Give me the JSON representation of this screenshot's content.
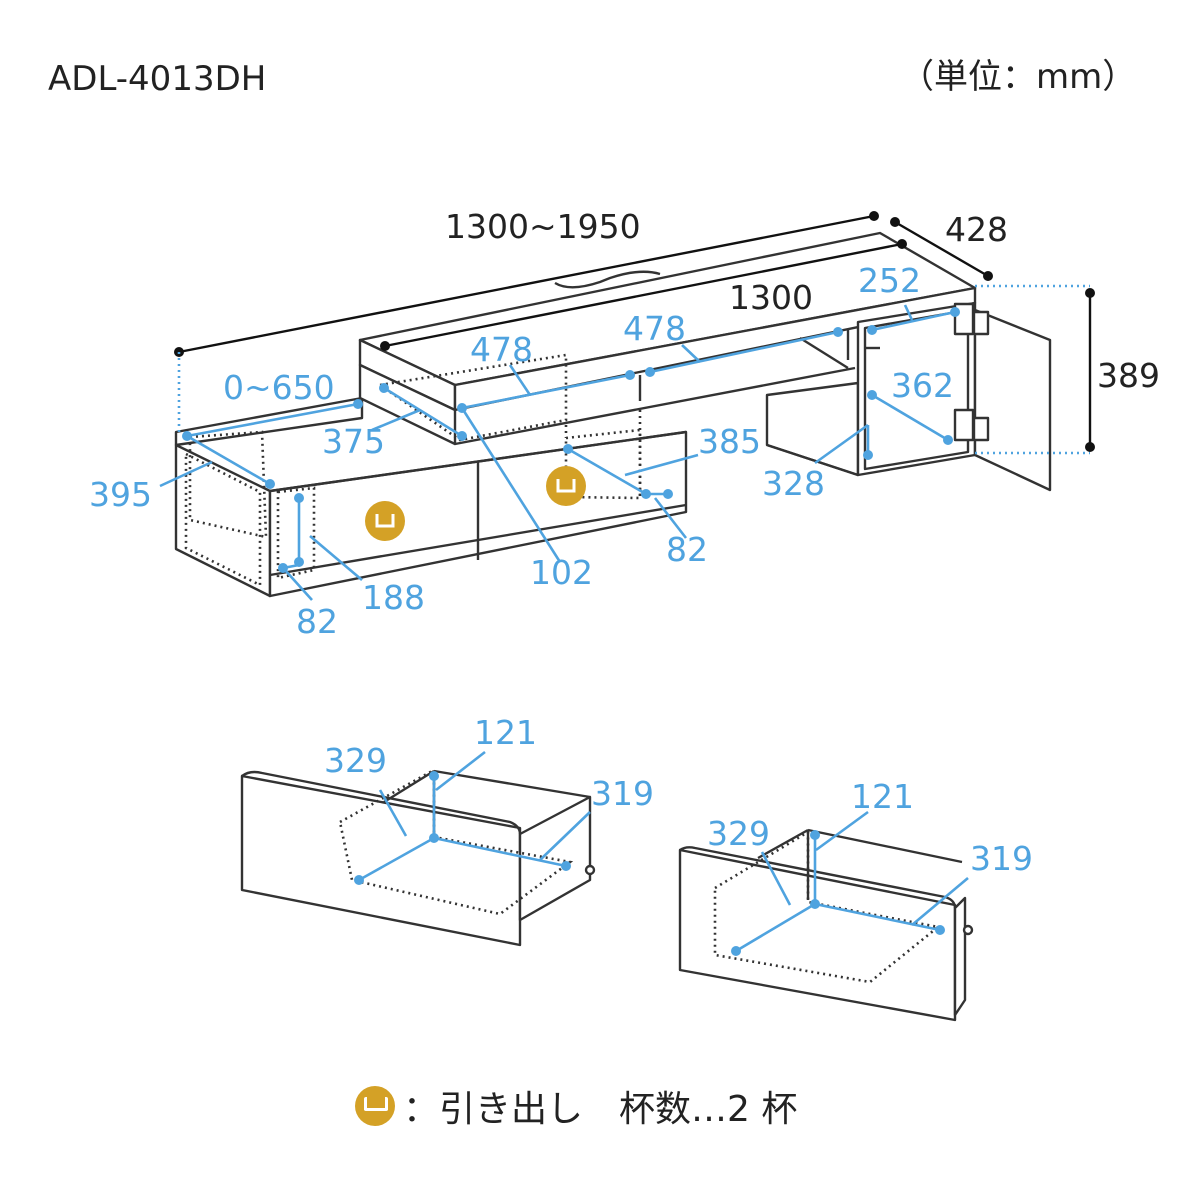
{
  "header": {
    "model": "ADL-4013DH",
    "unit": "（単位：mm）"
  },
  "dimensions": {
    "overall_width": "1300~1950",
    "depth": "428",
    "top_width": "1300",
    "height": "389",
    "slide_range": "0~650",
    "left_inner_width": "395",
    "left_inner_height": "188",
    "left_bottom_depth": "82",
    "upper_shelf_left": "478",
    "upper_shelf_right": "478",
    "upper_shelf_depth": "375",
    "upper_shelf_height": "102",
    "right_drawer_inner": "385",
    "right_drawer_bottom": "82",
    "cabinet_width": "252",
    "cabinet_height": "362",
    "cabinet_depth": "328"
  },
  "drawer_left": {
    "width": "329",
    "height": "121",
    "depth": "319"
  },
  "drawer_right": {
    "width": "329",
    "height": "121",
    "depth": "319"
  },
  "legend": {
    "icon": "drawer-handle-icon",
    "text": "：引き出し　杯数…2 杯"
  },
  "colors": {
    "line": "#333333",
    "dimension_blue": "#4fa3df",
    "handle_gold": "#d4a126"
  }
}
